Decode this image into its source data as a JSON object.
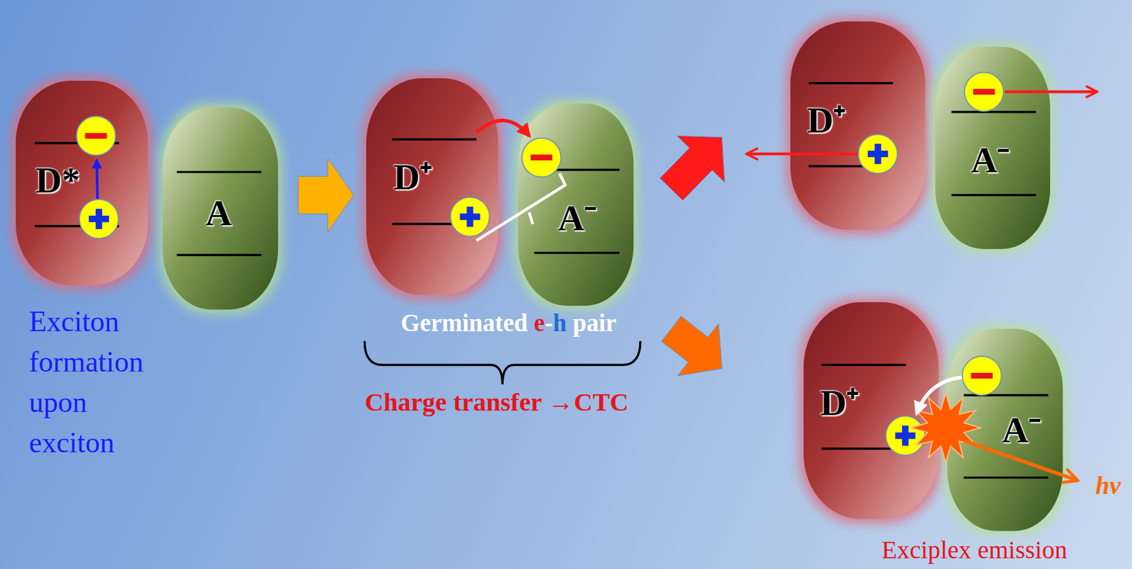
{
  "diagram": {
    "nodes": [
      {
        "text": [
          "D*"
        ]
      },
      {
        "text": [
          "A"
        ]
      },
      {
        "text": [
          "D⁺"
        ]
      },
      {
        "text": [
          "A⁻"
        ]
      },
      {
        "text": [
          "D⁺"
        ]
      },
      {
        "text": [
          "A⁻"
        ]
      },
      {
        "text": [
          "D⁺"
        ]
      },
      {
        "text": [
          "A⁻"
        ]
      }
    ],
    "edges": [
      {
        "from": 1,
        "to": 2,
        "arrow": "to"
      },
      {
        "from": 3,
        "to": 4,
        "arrow": "to"
      },
      {
        "from": 3,
        "to": 6,
        "arrow": "to"
      }
    ],
    "labels": [
      "Exciton formation upon exciton",
      "Germinated",
      "e",
      "-",
      "h",
      "pair",
      "Charge transfer →CTC",
      "Exciplex emission",
      "hν"
    ]
  }
}
